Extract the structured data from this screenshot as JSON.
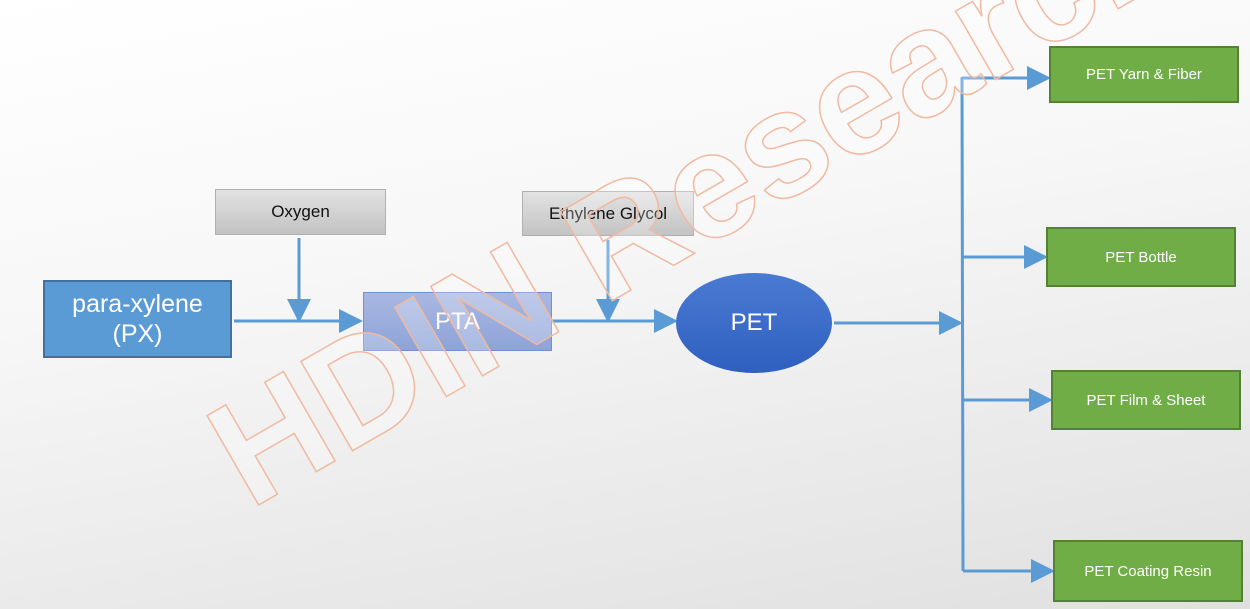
{
  "nodes": {
    "px": "para-xylene (PX)",
    "oxygen": "Oxygen",
    "pta": "PTA",
    "eg": "Ethylene Glycol",
    "pet": "PET"
  },
  "outputs": [
    "PET Yarn & Fiber",
    "PET Bottle",
    "PET Film & Sheet",
    "PET Coating Resin"
  ],
  "watermark": "HDIN Research",
  "colors": {
    "arrow": "#5b9bd5",
    "green": "#70ad47",
    "px": "#5b9bd5",
    "pet": "#3a6cc8"
  }
}
